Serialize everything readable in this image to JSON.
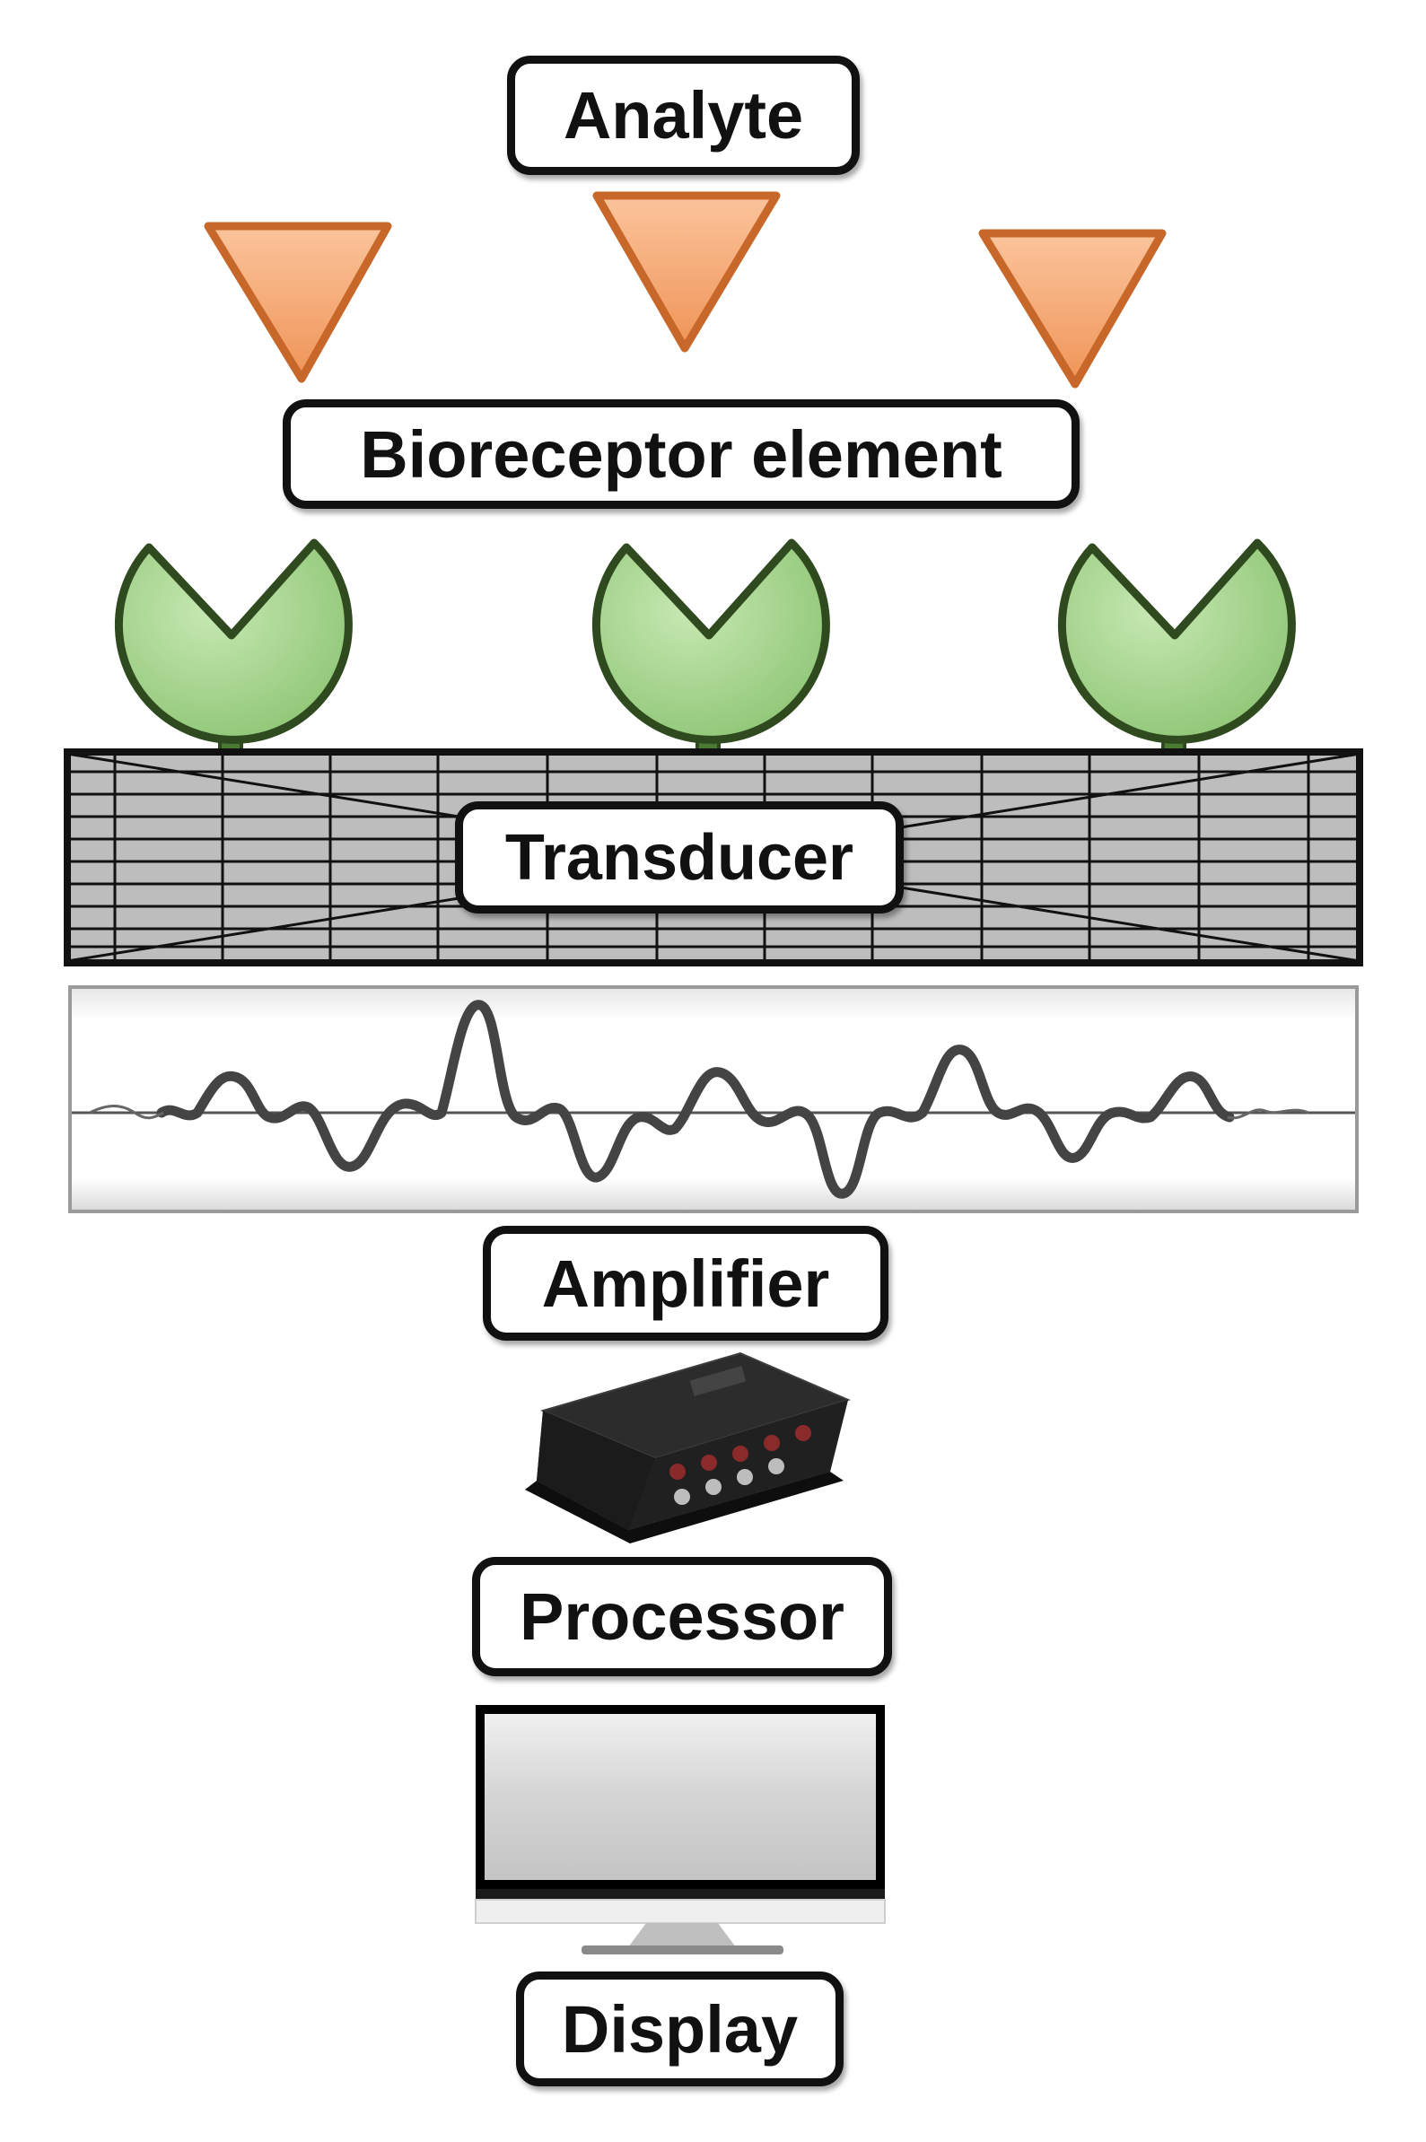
{
  "labels": {
    "analyte": "Analyte",
    "bioreceptor": "Bioreceptor element",
    "transducer": "Transducer",
    "amplifier": "Amplifier",
    "processor": "Processor",
    "display": "Display"
  },
  "colors": {
    "analyte_fill": "#f6aa74",
    "analyte_stroke": "#c8672a",
    "receptor_fill": "#a6d68e",
    "receptor_stroke": "#2e4a1e",
    "transducer_fill": "#bdbdbd",
    "signal_stroke": "#444444",
    "label_border": "#111111"
  },
  "icons": {
    "analyte": "inverted-triangle-icon",
    "bioreceptor": "receptor-cup-icon",
    "amplifier": "amplifier-device-icon",
    "display": "monitor-icon"
  }
}
